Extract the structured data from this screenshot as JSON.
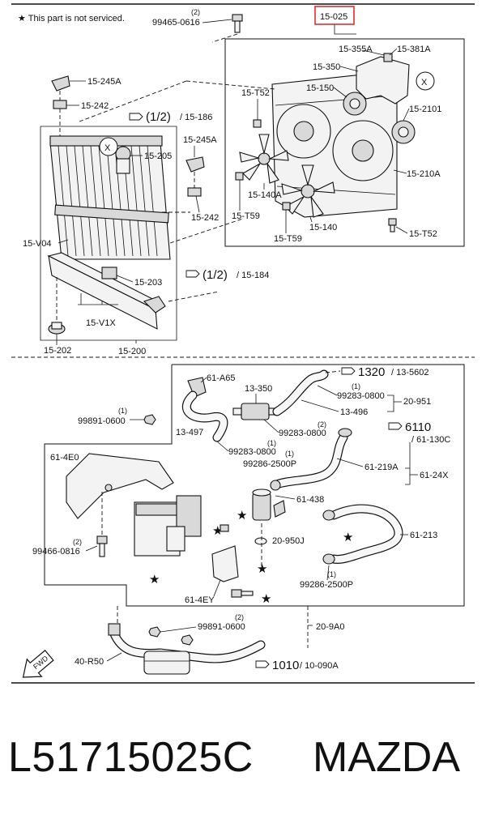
{
  "notice": "★ This part is not serviced.",
  "highlight_color": "#e02020",
  "footer": {
    "part_number": "L51715025C",
    "brand": "MAZDA"
  },
  "labels": {
    "l_99465_qty": "(2)",
    "l_99465": "99465-0616",
    "l_15_025": "15-025",
    "l_15_355a": "15-355A",
    "l_15_381a": "15-381A",
    "l_15_350": "15-350",
    "l_15_150": "15-150",
    "l_15_t52a": "15-T52",
    "l_15_2101": "15-2101",
    "l_15_210a": "15-210A",
    "l_15_140a": "15-140A",
    "l_15_t59a": "15-T59",
    "l_15_140": "15-140",
    "l_15_t59b": "15-T59",
    "l_15_t52b": "15-T52",
    "l_15_245a_1": "15-245A",
    "l_15_242_1": "15-242",
    "l_ref_186": "(1/2)",
    "l_15_186": "/ 15-186",
    "l_15_205": "15-205",
    "l_15_245a_2": "15-245A",
    "l_15_242_2": "15-242",
    "l_15_v04": "15-V04",
    "l_15_203": "15-203",
    "l_ref_184": "(1/2)",
    "l_15_184": "/ 15-184",
    "l_15_v1x": "15-V1X",
    "l_15_202": "15-202",
    "l_15_200": "15-200",
    "l_61_a65": "61-A65",
    "l_13_350": "13-350",
    "l_ref_1320": "1320",
    "l_13_5602": "/ 13-5602",
    "l_99283_qty1": "(1)",
    "l_99283_1": "99283-0800",
    "l_20_951": "20-951",
    "l_13_496": "13-496",
    "l_99891_qty1": "(1)",
    "l_99891_1": "99891-0600",
    "l_13_497": "13-497",
    "l_99283_qty2": "(2)",
    "l_99283_2": "99283-0800",
    "l_ref_6110": "6110",
    "l_61_130c": "/ 61-130C",
    "l_99283_qty3": "(1)",
    "l_99283_3": "99283-0800",
    "l_99286_qty1": "(1)",
    "l_99286_1": "99286-2500P",
    "l_61_4e0": "61-4E0",
    "l_61_219a": "61-219A",
    "l_61_24x": "61-24X",
    "l_61_438": "61-438",
    "l_99466_qty": "(2)",
    "l_99466": "99466-0816",
    "l_20_950j": "20-950J",
    "l_61_213": "61-213",
    "l_99286_qty2": "(1)",
    "l_99286_2": "99286-2500P",
    "l_61_4ey": "61-4EY",
    "l_20_9a0": "20-9A0",
    "l_99891_qty2": "(2)",
    "l_99891_2": "99891-0600",
    "l_40_r50": "40-R50",
    "l_ref_1010": "1010",
    "l_10_090a": "/ 10-090A",
    "l_fwd": "FWD",
    "l_x1": "X",
    "l_x2": "X"
  }
}
